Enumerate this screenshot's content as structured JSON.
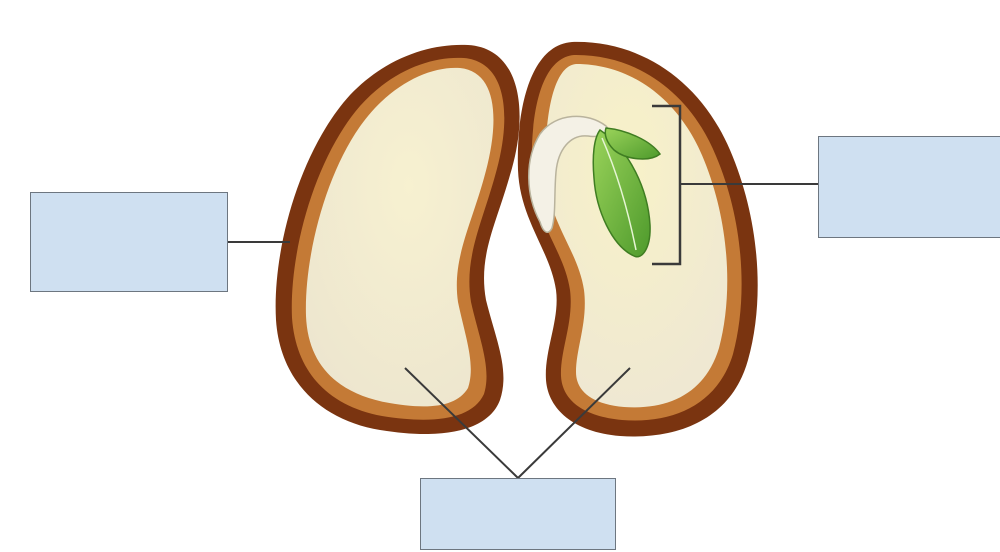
{
  "diagram": {
    "labels": [
      {
        "id": "left",
        "text": ""
      },
      {
        "id": "right",
        "text": ""
      },
      {
        "id": "bottom",
        "text": ""
      }
    ],
    "colors": {
      "seed_coat_outer": "#7a3410",
      "seed_coat_inner": "#c47a36",
      "cotyledon": "#f2ecd0",
      "embryo_leaf": "#6cb33e",
      "radicle": "#f4f1e6",
      "label_box": "#cfe0f1",
      "leader_line": "#3a3a3a"
    }
  }
}
